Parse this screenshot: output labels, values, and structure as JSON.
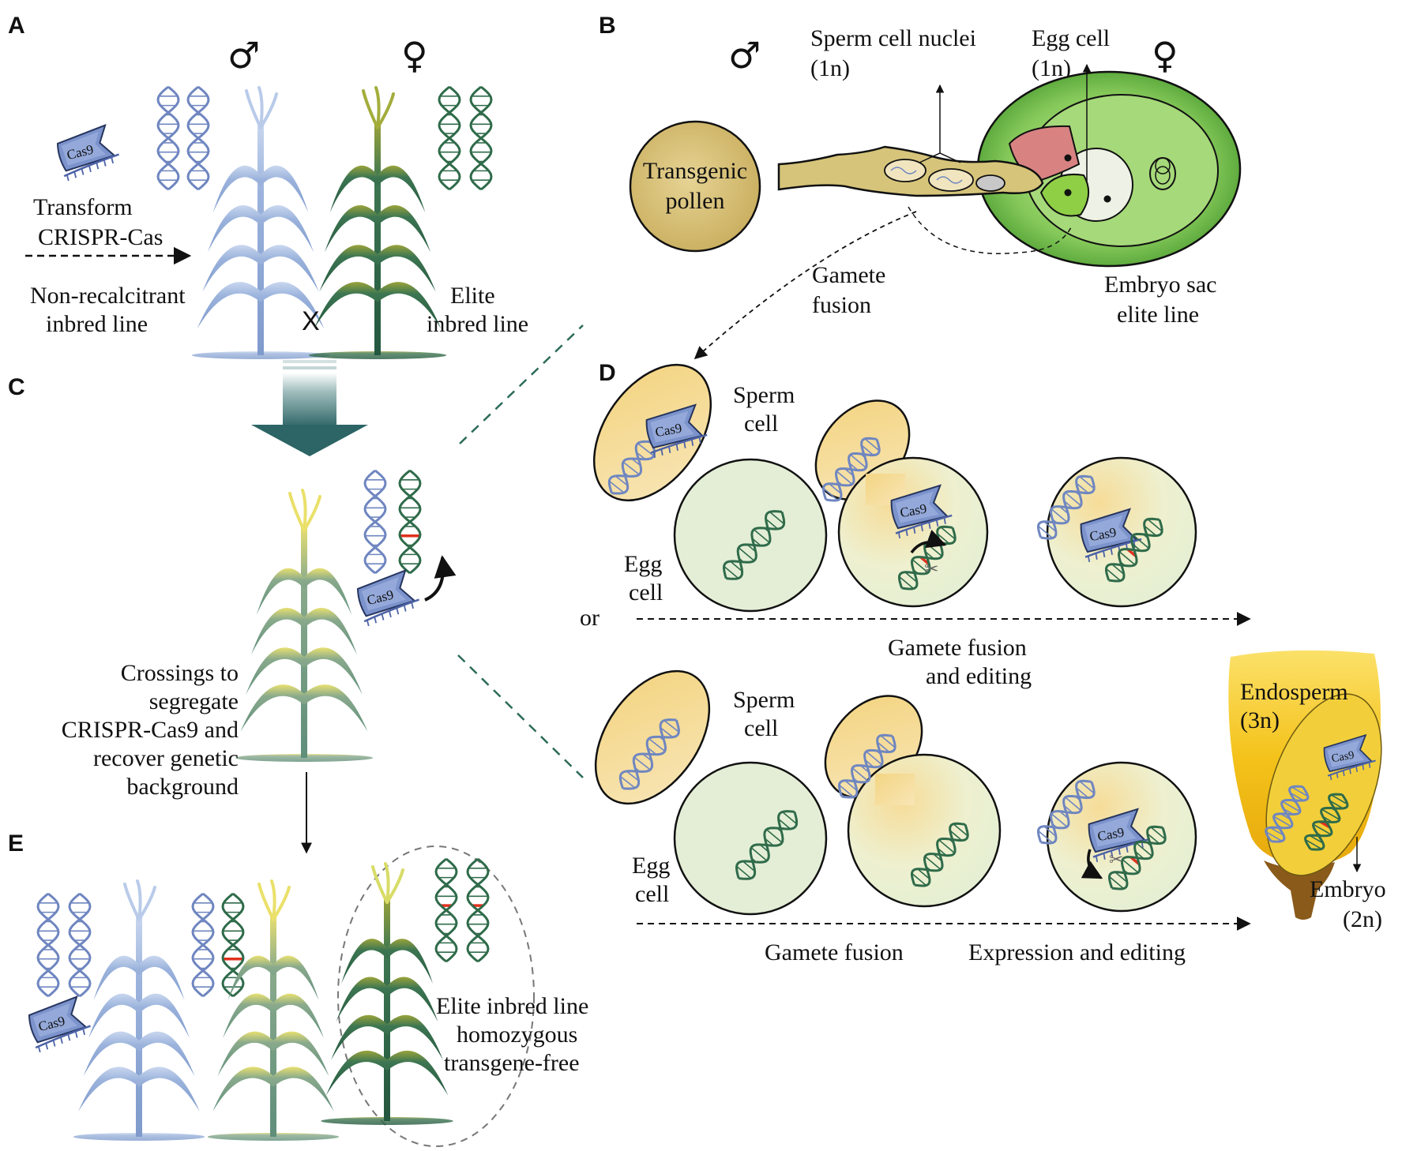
{
  "panels": {
    "a": "A",
    "b": "B",
    "c": "C",
    "d": "D",
    "e": "E"
  },
  "symbols": {
    "male": "♂",
    "female": "♀",
    "cross": "X",
    "or": "or"
  },
  "protein": {
    "cas9": "Cas9"
  },
  "panel_a": {
    "transform_line1": "Transform",
    "transform_line2": "CRISPR-Cas",
    "nonrecal_line1": "Non-recalcitrant",
    "nonrecal_line2": "inbred line",
    "elite_line1": "Elite",
    "elite_line2": "inbred line"
  },
  "panel_b": {
    "sperm_nuclei_line1": "Sperm cell nuclei",
    "sperm_nuclei_line2": "(1n)",
    "egg_line1": "Egg cell",
    "egg_line2": "(1n)",
    "pollen_line1": "Transgenic",
    "pollen_line2": "pollen",
    "gamete_line1": "Gamete",
    "gamete_line2": "fusion",
    "embryo_sac_line1": "Embryo sac",
    "embryo_sac_line2": "elite line"
  },
  "panel_c": {
    "text": [
      "Crossings to",
      "segregate",
      "CRISPR-Cas9 and",
      "recover genetic",
      "background"
    ]
  },
  "panel_d": {
    "sperm_line1": "Sperm",
    "sperm_line2": "cell",
    "egg_line1": "Egg",
    "egg_line2": "cell",
    "fusion_editing_line1": "Gamete fusion",
    "fusion_editing_line2": "and editing",
    "gamete_fusion": "Gamete fusion",
    "expression_editing": "Expression and editing",
    "endosperm_line1": "Endosperm",
    "endosperm_line2": "(3n)",
    "embryo_line1": "Embryo",
    "embryo_line2": "(2n)"
  },
  "panel_e": {
    "elite_line1": "Elite inbred line",
    "elite_line2": "homozygous",
    "elite_line3": "transgene-free"
  },
  "colors": {
    "blue_dna": "#6f86c0",
    "green_dna": "#2f6b4a",
    "edit_red": "#e0301e",
    "blue_plant": "#9db4dc",
    "elite_plant": "#2e6b4e",
    "hybrid_plant": "#6d9a86",
    "pollen": "#d8c27a",
    "embryo_sac": "#6fbf4a",
    "cell_green": "#e6efd6",
    "sperm_yellow": "#f4d68a",
    "endosperm": "#f5c400"
  }
}
